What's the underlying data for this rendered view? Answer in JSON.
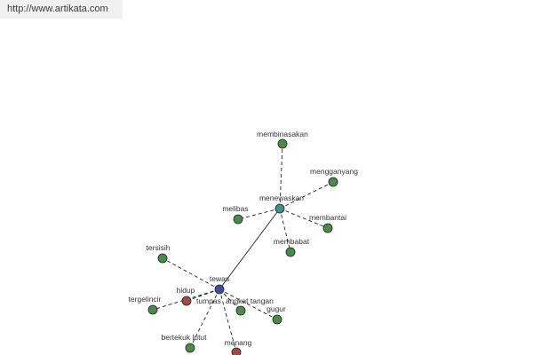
{
  "watermark": "http://www.artikata.com",
  "colors": {
    "hub": "#3b4f9a",
    "secondary_hub": "#3f8f8f",
    "synonym": "#4a8a4a",
    "antonym": "#a24a4a"
  },
  "nodes": [
    {
      "id": "tewas",
      "label": "tewas",
      "kind": "hub"
    },
    {
      "id": "menewaskan",
      "label": "menewaskan",
      "kind": "secondary_hub"
    },
    {
      "id": "membinasakan",
      "label": "membinasakan",
      "kind": "synonym"
    },
    {
      "id": "mengganyang",
      "label": "mengganyang",
      "kind": "synonym"
    },
    {
      "id": "melibas",
      "label": "melibas",
      "kind": "synonym"
    },
    {
      "id": "membantai",
      "label": "membantai",
      "kind": "synonym"
    },
    {
      "id": "membabat",
      "label": "membabat",
      "kind": "synonym"
    },
    {
      "id": "tersisih",
      "label": "tersisih",
      "kind": "synonym"
    },
    {
      "id": "hidup",
      "label": "hidup",
      "kind": "antonym"
    },
    {
      "id": "tergelincir",
      "label": "tergelincir",
      "kind": "synonym"
    },
    {
      "id": "tumpas",
      "label": "tumpas",
      "kind": "synonym"
    },
    {
      "id": "angkat_tangan",
      "label": "angkat tangan",
      "kind": "synonym"
    },
    {
      "id": "gugur",
      "label": "gugur",
      "kind": "synonym"
    },
    {
      "id": "bertekuk_lutut",
      "label": "bertekuk lutut",
      "kind": "synonym"
    },
    {
      "id": "menang",
      "label": "menang",
      "kind": "antonym"
    }
  ],
  "edges": [
    {
      "from": "tewas",
      "to": "menewaskan",
      "style": "solid"
    },
    {
      "from": "menewaskan",
      "to": "membinasakan",
      "style": "dashed"
    },
    {
      "from": "menewaskan",
      "to": "mengganyang",
      "style": "dashed"
    },
    {
      "from": "menewaskan",
      "to": "melibas",
      "style": "dashed"
    },
    {
      "from": "menewaskan",
      "to": "membantai",
      "style": "dashed"
    },
    {
      "from": "menewaskan",
      "to": "membabat",
      "style": "dashed"
    },
    {
      "from": "tewas",
      "to": "tersisih",
      "style": "dashed"
    },
    {
      "from": "tewas",
      "to": "hidup",
      "style": "dashed"
    },
    {
      "from": "tewas",
      "to": "tergelincir",
      "style": "dashed"
    },
    {
      "from": "tewas",
      "to": "tumpas",
      "style": "dashed"
    },
    {
      "from": "tewas",
      "to": "angkat_tangan",
      "style": "dashed"
    },
    {
      "from": "tewas",
      "to": "gugur",
      "style": "dashed"
    },
    {
      "from": "tewas",
      "to": "bertekuk_lutut",
      "style": "dashed"
    },
    {
      "from": "tewas",
      "to": "menang",
      "style": "dashed"
    }
  ]
}
